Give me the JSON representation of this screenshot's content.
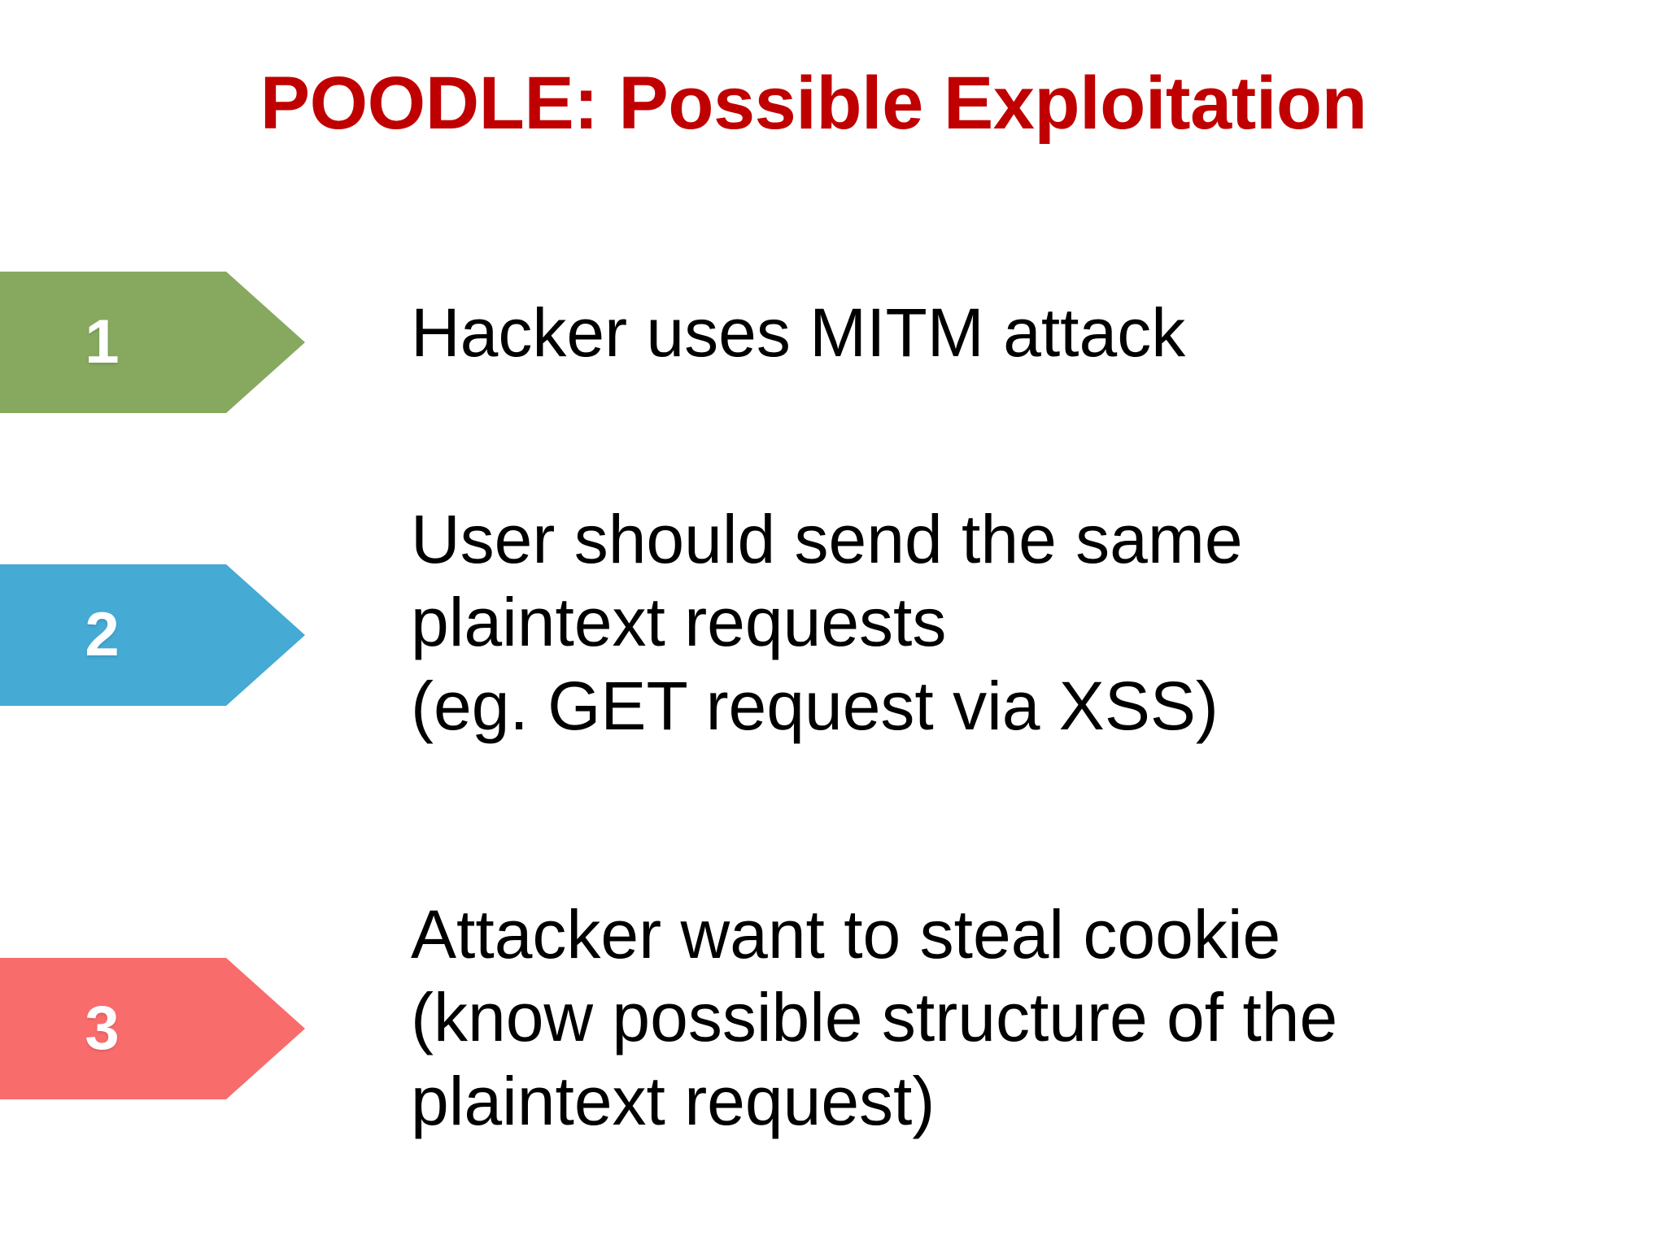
{
  "slide": {
    "title": "POODLE: Possible Exploitation",
    "background_color": "#FFFFFF",
    "title_color": "#C00000"
  },
  "steps": [
    {
      "number": "1",
      "color": "#86A95F",
      "text": "Hacker uses MITM attack"
    },
    {
      "number": "2",
      "color": "#45AAD4",
      "text": "User should send the same\nplaintext requests\n(eg. GET request via XSS)"
    },
    {
      "number": "3",
      "color": "#F96C6C",
      "text": "Attacker want to steal cookie\n(know possible structure of the\nplaintext request)"
    }
  ]
}
